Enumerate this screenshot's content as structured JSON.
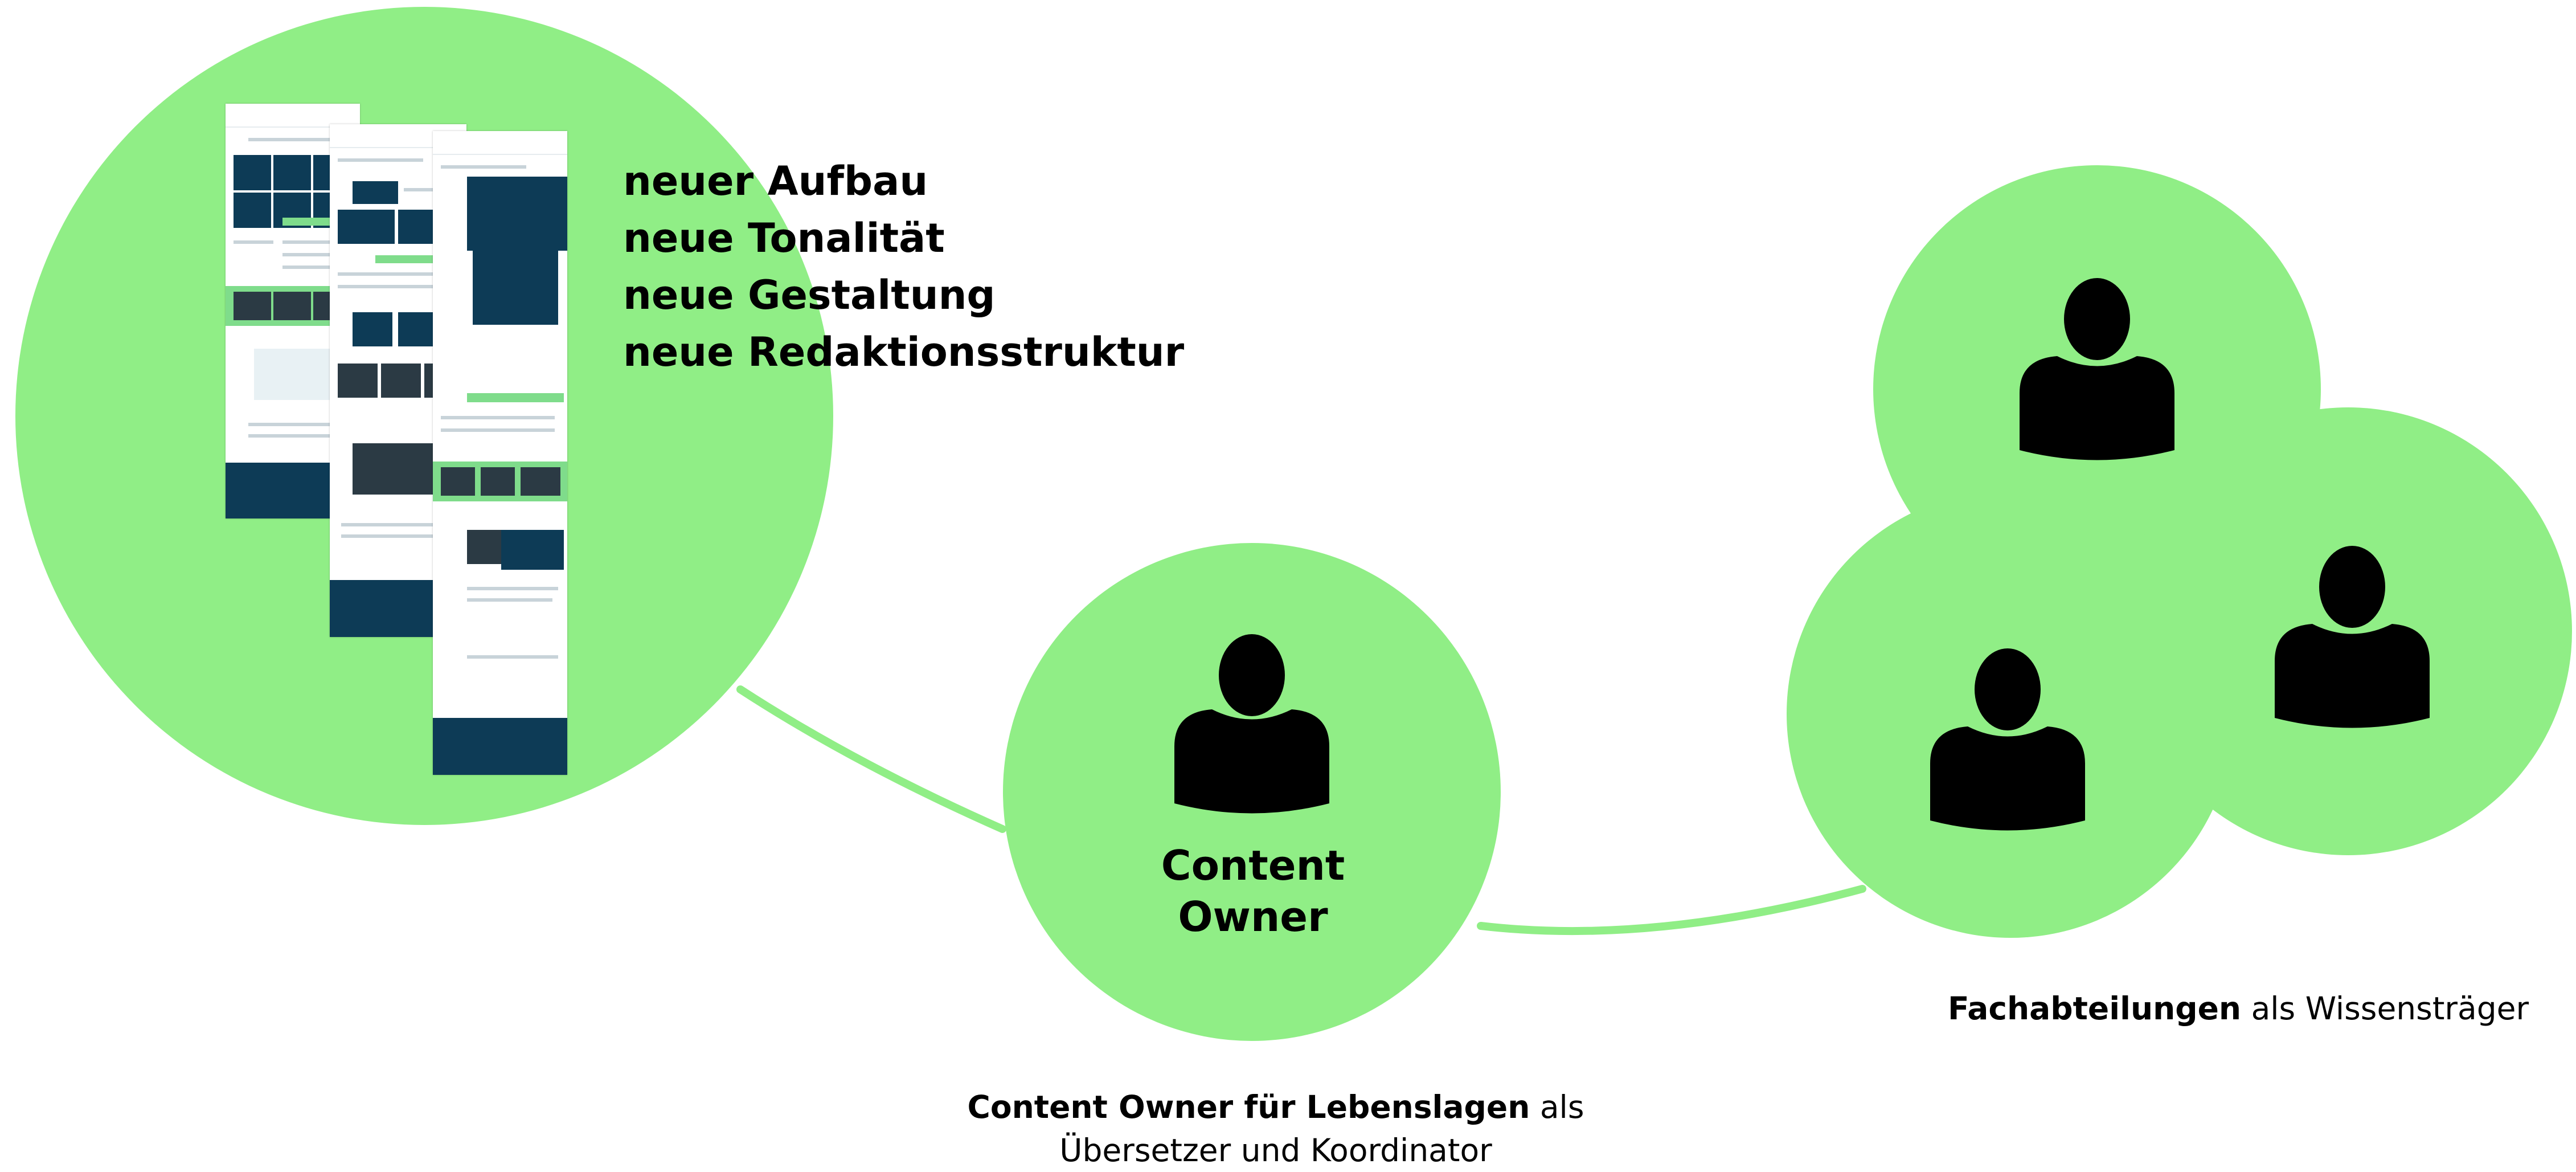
{
  "diagram": {
    "features": [
      "neuer Aufbau",
      "neue Tonalität",
      "neue Gestaltung",
      "neue Redaktionsstruktur"
    ],
    "content_owner_label": [
      "Content",
      "Owner"
    ],
    "caption_content_owner": {
      "bold": "Content Owner für Lebenslagen",
      "rest_line1": " als",
      "line2": "Übersetzer und Koordinator"
    },
    "caption_fachabteilungen": {
      "bold": "Fachabteilungen",
      "rest": " als Wissensträger"
    },
    "colors": {
      "circle_fill": "#90EE86",
      "person_icon": "#000000",
      "page_dark": "#0d3b56",
      "page_green": "#7fdc8b"
    },
    "icons": [
      "person-icon"
    ]
  }
}
